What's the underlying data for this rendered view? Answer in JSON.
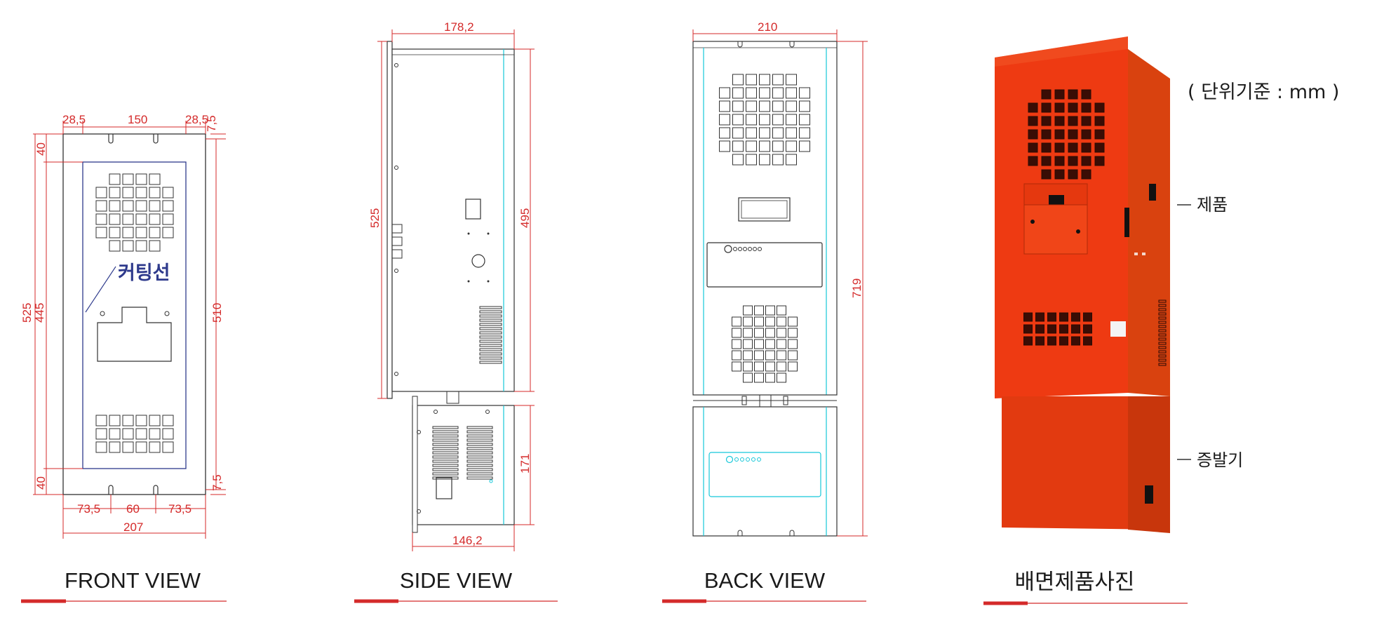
{
  "colors": {
    "dimension": "#d42a2a",
    "outline": "#333333",
    "cutline": "#2e3a8c",
    "cyan": "#16c7d9",
    "product_orange": "#ee3a12",
    "product_side": "#d9420f",
    "underline_accent": "#d42a2a"
  },
  "unit_note": "( 단위기준 : mm )",
  "views": [
    {
      "title": "FRONT VIEW"
    },
    {
      "title": "SIDE VIEW"
    },
    {
      "title": "BACK VIEW"
    },
    {
      "title": "배면제품사진"
    }
  ],
  "front": {
    "cutting_line_label": "커팅선",
    "dims": {
      "top_left": "28,5",
      "top_mid": "150",
      "top_right": "28,5",
      "top_small": "7,5",
      "left_top": "40",
      "left_overall": "525",
      "left_inner": "445",
      "left_bottom": "40",
      "right_height": "510",
      "right_small": "7,5",
      "bottom_left": "73,5",
      "bottom_mid": "60",
      "bottom_right": "73,5",
      "bottom_overall": "207"
    }
  },
  "side": {
    "dims": {
      "top": "178,2",
      "height_left": "525",
      "height_right": "495",
      "lower_right": "171",
      "bottom": "146,2"
    }
  },
  "back": {
    "dims": {
      "top": "210",
      "height": "719"
    }
  },
  "photo": {
    "labels": {
      "product": "제품",
      "evaporator": "증발기"
    }
  }
}
